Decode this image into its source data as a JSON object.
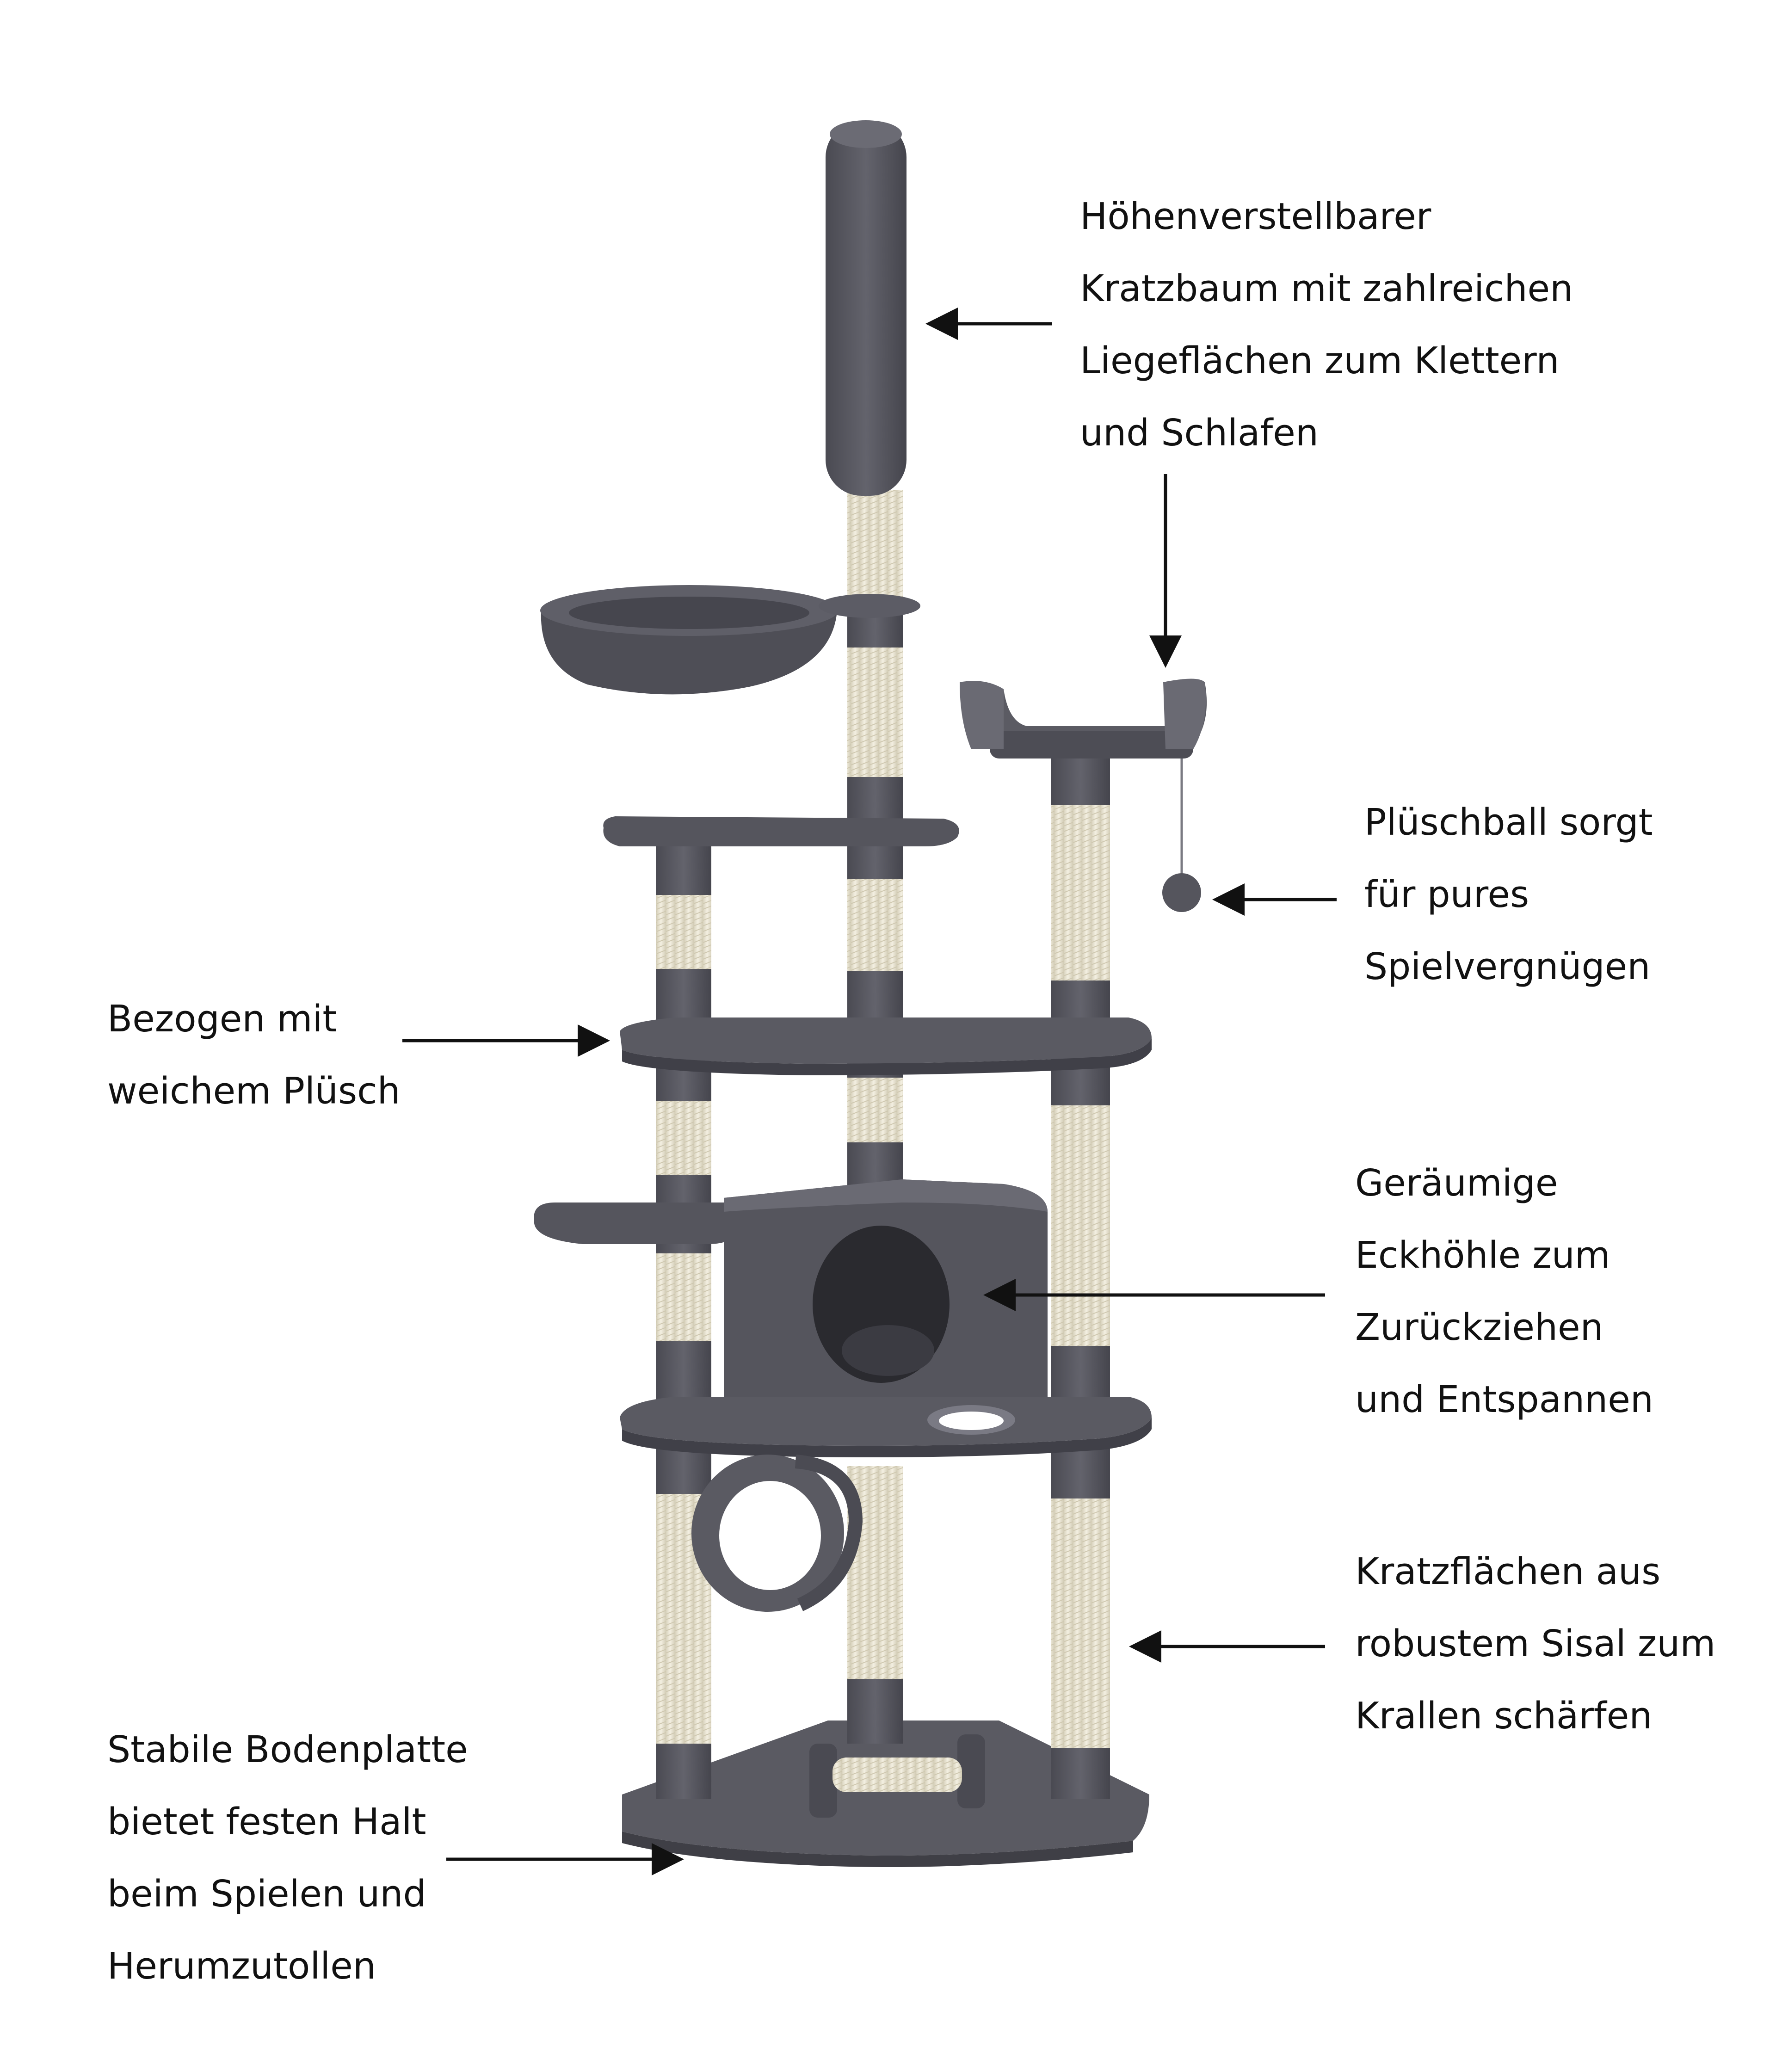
{
  "colors": {
    "background": "#ffffff",
    "plush": "#57575f",
    "plush_dark": "#3d3d44",
    "plush_light": "#6e6e77",
    "sisal": "#ece7d4",
    "text": "#111111"
  },
  "illustration": {
    "subject": "cat-tree"
  },
  "annotations": [
    {
      "id": "adjustable",
      "lines": [
        "Höhenverstellbarer",
        "Kratzbaum mit zahlreichen",
        "Liegeflächen zum Klettern",
        "und Schlafen"
      ]
    },
    {
      "id": "ball",
      "lines": [
        "Plüschball sorgt",
        "für pures",
        "Spielvergnügen"
      ]
    },
    {
      "id": "plush",
      "lines": [
        "Bezogen mit",
        "weichem Plüsch"
      ]
    },
    {
      "id": "cave",
      "lines": [
        "Geräumige",
        "Eckhöhle zum",
        "Zurückziehen",
        "und Entspannen"
      ]
    },
    {
      "id": "sisal",
      "lines": [
        "Kratzflächen aus",
        "robustem Sisal zum",
        "Krallen schärfen"
      ]
    },
    {
      "id": "base",
      "lines": [
        "Stabile Bodenplatte",
        "bietet festen Halt",
        "beim Spielen und",
        "Herumzutollen"
      ]
    }
  ]
}
